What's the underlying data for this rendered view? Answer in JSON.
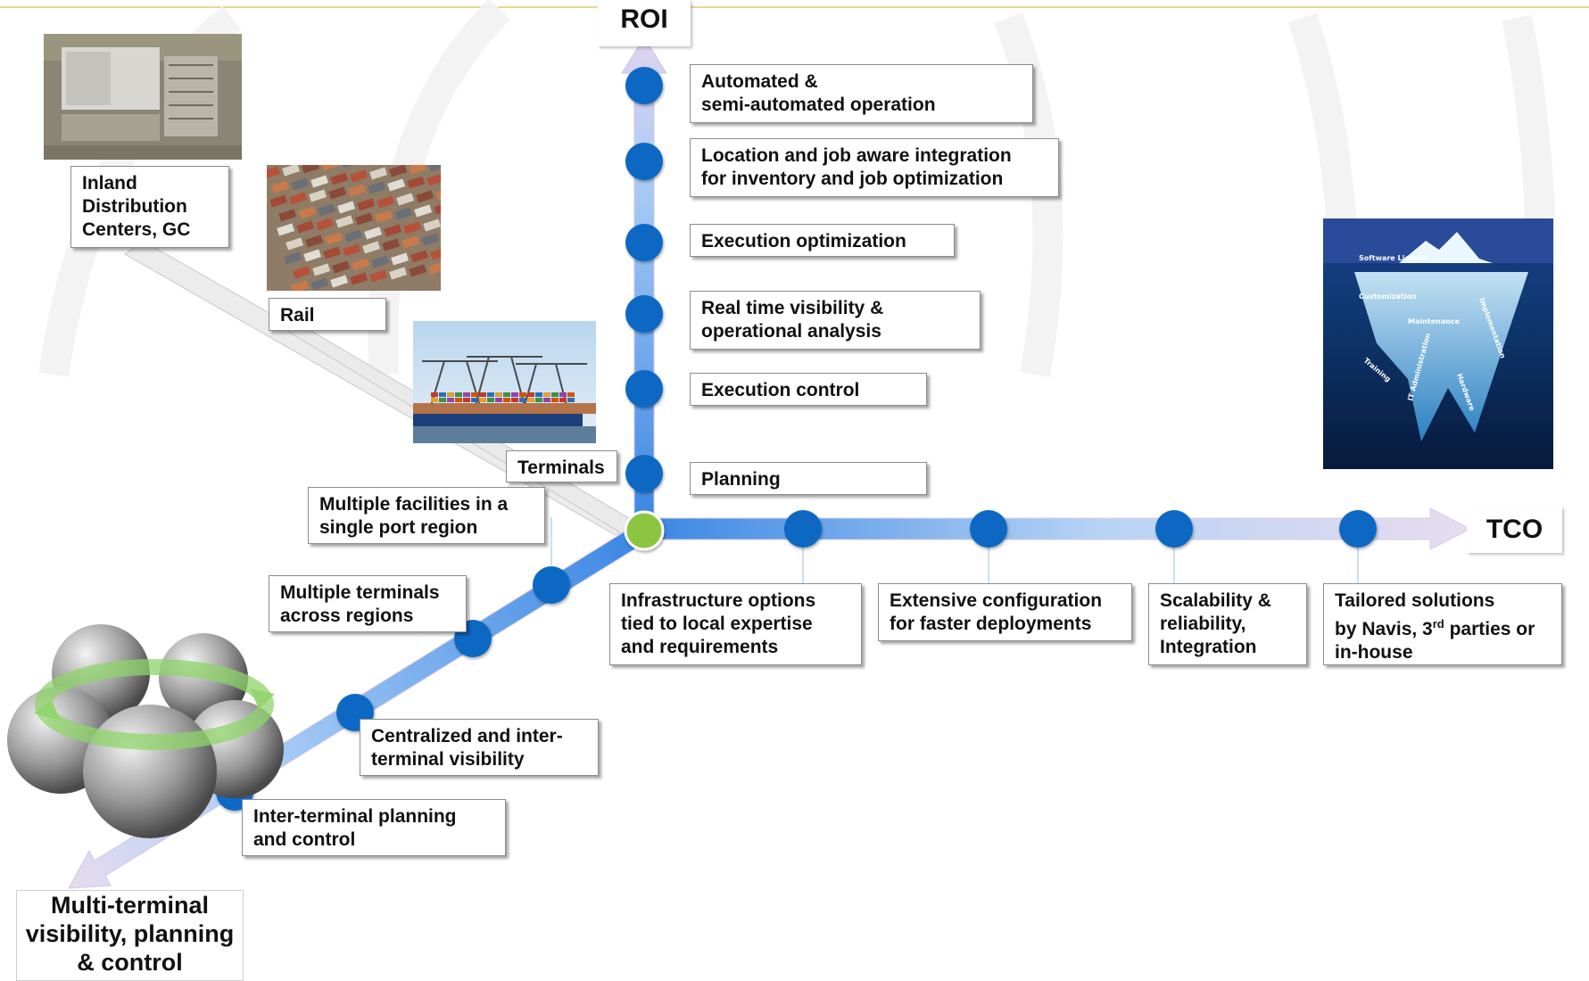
{
  "axes": {
    "roi_label": "ROI",
    "tco_label": "TCO",
    "multi_label_lines": [
      "Multi-terminal",
      "visibility, planning",
      "& control"
    ]
  },
  "vertical_items": [
    {
      "lines": [
        "Automated &",
        "semi-automated operation"
      ]
    },
    {
      "lines": [
        "Location and job aware integration",
        "for inventory and job optimization"
      ]
    },
    {
      "lines": [
        "Execution optimization"
      ]
    },
    {
      "lines": [
        "Real time visibility &",
        "operational analysis"
      ]
    },
    {
      "lines": [
        "Execution control"
      ]
    },
    {
      "lines": [
        "Planning"
      ]
    }
  ],
  "horizontal_items": [
    {
      "lines": [
        "Infrastructure options",
        "tied to local expertise",
        "and requirements"
      ]
    },
    {
      "lines": [
        "Extensive configuration",
        "for faster deployments"
      ]
    },
    {
      "lines": [
        "Scalability &",
        "reliability,",
        "Integration"
      ]
    },
    {
      "lines": [
        "Tailored solutions",
        "by Navis, 3rd parties or",
        "in-house"
      ]
    }
  ],
  "diagonal_items": [
    {
      "lines": [
        "Multiple facilities in a",
        "single port region"
      ]
    },
    {
      "lines": [
        "Multiple terminals",
        "across regions"
      ]
    },
    {
      "lines": [
        "Centralized and inter-",
        "terminal visibility"
      ]
    },
    {
      "lines": [
        "Inter-terminal planning",
        "and control"
      ]
    }
  ],
  "facilities": [
    {
      "lines": [
        "Inland",
        "Distribution",
        "Centers, GC"
      ]
    },
    {
      "lines": [
        "Rail"
      ]
    },
    {
      "lines": [
        "Terminals"
      ]
    }
  ],
  "iceberg_labels": [
    "Software License",
    "Customization",
    "Maintenance",
    "Implementation",
    "Training",
    "IT Administration",
    "Hardware"
  ],
  "colors": {
    "node": "#0a67c4",
    "origin": "#8cc63f",
    "axis_dark": "#2f7fe0",
    "axis_light": "#dcd0ec",
    "label_border": "#8c8c8c"
  }
}
